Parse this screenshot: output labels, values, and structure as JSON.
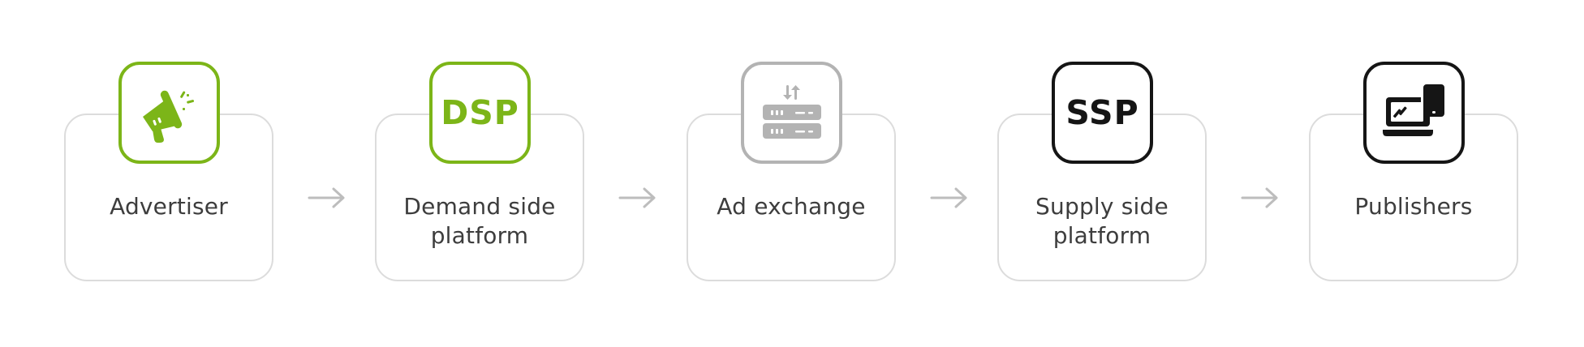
{
  "colors": {
    "green": "#7cb518",
    "gray": "#b3b3b3",
    "black": "#151515",
    "card_border": "#dcdcdc",
    "text": "#3d3d3d",
    "arrow": "#bdbdbd"
  },
  "steps": [
    {
      "label": "Advertiser",
      "icon": "megaphone-icon",
      "color": "green"
    },
    {
      "label": "Demand side platform",
      "icon": "dsp-text-icon",
      "acronym": "DSP",
      "color": "green"
    },
    {
      "label": "Ad exchange",
      "icon": "server-exchange-icon",
      "color": "gray"
    },
    {
      "label": "Supply side platform",
      "icon": "ssp-text-icon",
      "acronym": "SSP",
      "color": "black"
    },
    {
      "label": "Publishers",
      "icon": "laptop-phone-icon",
      "color": "black"
    }
  ],
  "arrows": [
    "right-arrow-icon",
    "right-arrow-icon",
    "right-arrow-icon",
    "right-arrow-icon"
  ]
}
